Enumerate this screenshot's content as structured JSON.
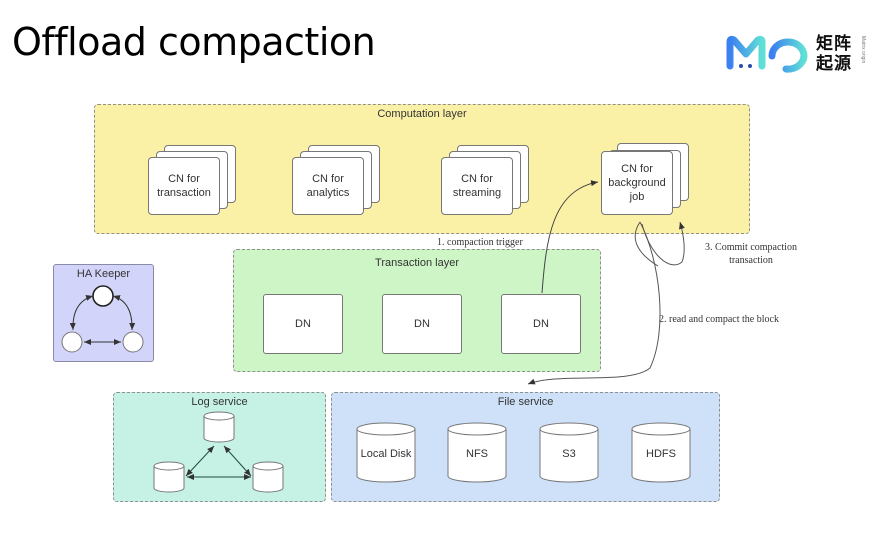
{
  "slide": {
    "title": "Offload compaction",
    "logo": {
      "mark": "MO",
      "chinese_line1": "矩阵",
      "chinese_line2": "起源",
      "side_text": "Matrix origin",
      "colors": {
        "gradient_start": "#3b7ff0",
        "gradient_end": "#5fe0d6"
      }
    }
  },
  "layers": {
    "computation": {
      "label": "Computation layer",
      "color": "#fbf1a6",
      "nodes": [
        {
          "line1": "CN for",
          "line2": "transaction"
        },
        {
          "line1": "CN for",
          "line2": "analytics"
        },
        {
          "line1": "CN for",
          "line2": "streaming"
        },
        {
          "line1": "CN for",
          "line2": "background",
          "line3": "job"
        }
      ]
    },
    "transaction": {
      "label": "Transaction layer",
      "color": "#cdf5c6",
      "nodes": [
        "DN",
        "DN",
        "DN"
      ]
    },
    "ha_keeper": {
      "label": "HA Keeper",
      "color": "#d3d4fa"
    },
    "log_service": {
      "label": "Log service",
      "color": "#c6f1e5"
    },
    "file_service": {
      "label": "File service",
      "color": "#cfe1f9",
      "stores": [
        "Local Disk",
        "NFS",
        "S3",
        "HDFS"
      ]
    }
  },
  "annotations": {
    "step1": "1. compaction trigger",
    "step2": "2. read and compact the block",
    "step3_line1": "3. Commit compaction",
    "step3_line2": "transaction"
  }
}
